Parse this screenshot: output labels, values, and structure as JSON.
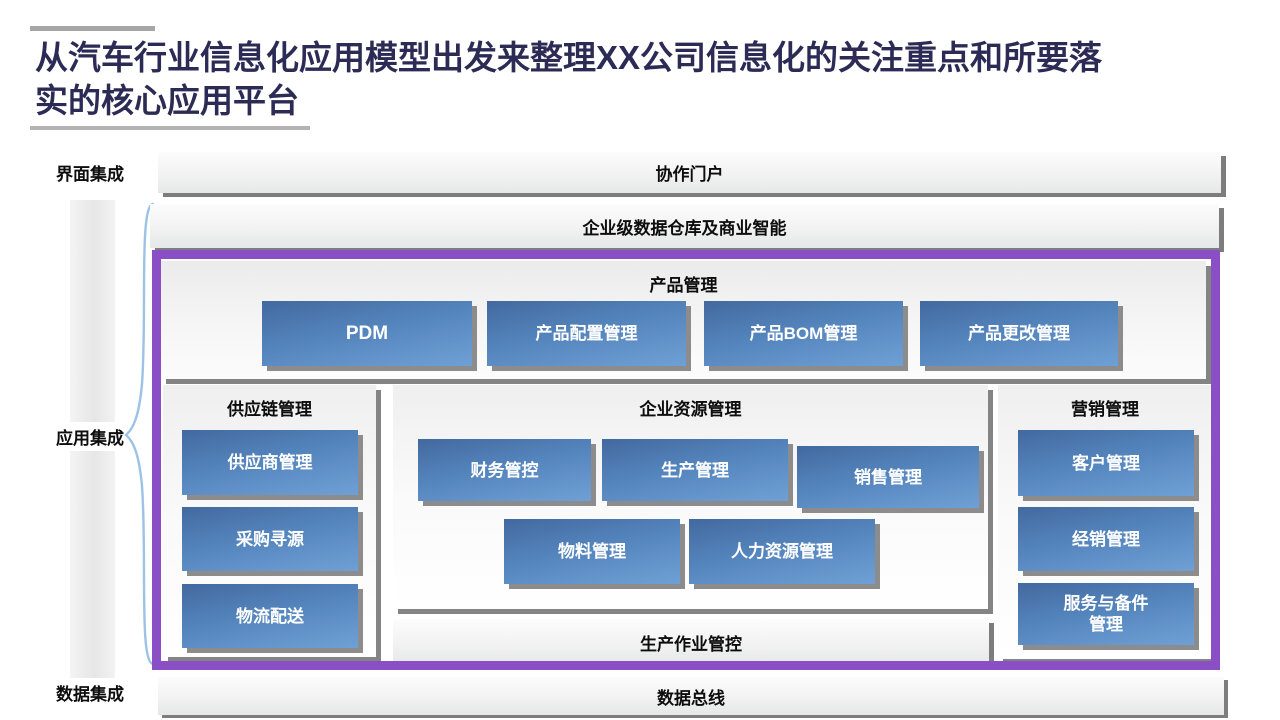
{
  "title": {
    "line1": "从汽车行业信息化应用模型出发来整理XX公司信息化的关注重点和所要落",
    "line2": "实的核心应用平台"
  },
  "side_labels": {
    "interface": "界面集成",
    "application": "应用集成",
    "data": "数据集成"
  },
  "bars": {
    "portal": "协作门户",
    "edw": "企业级数据仓库及商业智能",
    "production": "生产作业管控",
    "databus": "数据总线"
  },
  "sections": {
    "product": {
      "title": "产品管理",
      "buttons": [
        "PDM",
        "产品配置管理",
        "产品BOM管理",
        "产品更改管理"
      ]
    },
    "scm": {
      "title": "供应链管理",
      "buttons": [
        "供应商管理",
        "采购寻源",
        "物流配送"
      ]
    },
    "erp": {
      "title": "企业资源管理",
      "row1": [
        "财务管控",
        "生产管理",
        "销售管理"
      ],
      "row2": [
        "物料管理",
        "人力资源管理"
      ]
    },
    "marketing": {
      "title": "营销管理",
      "buttons": [
        "客户管理",
        "经销管理",
        "服务与备件\n管理"
      ]
    }
  },
  "colors": {
    "accent_purple": "#8a4fc4",
    "button_blue_top": "#42699f",
    "button_blue_bottom": "#6fa0d5",
    "shadow_gray": "#7d7d7d",
    "title_navy": "#2b2b55",
    "brace_blue": "#9cc2e5"
  }
}
